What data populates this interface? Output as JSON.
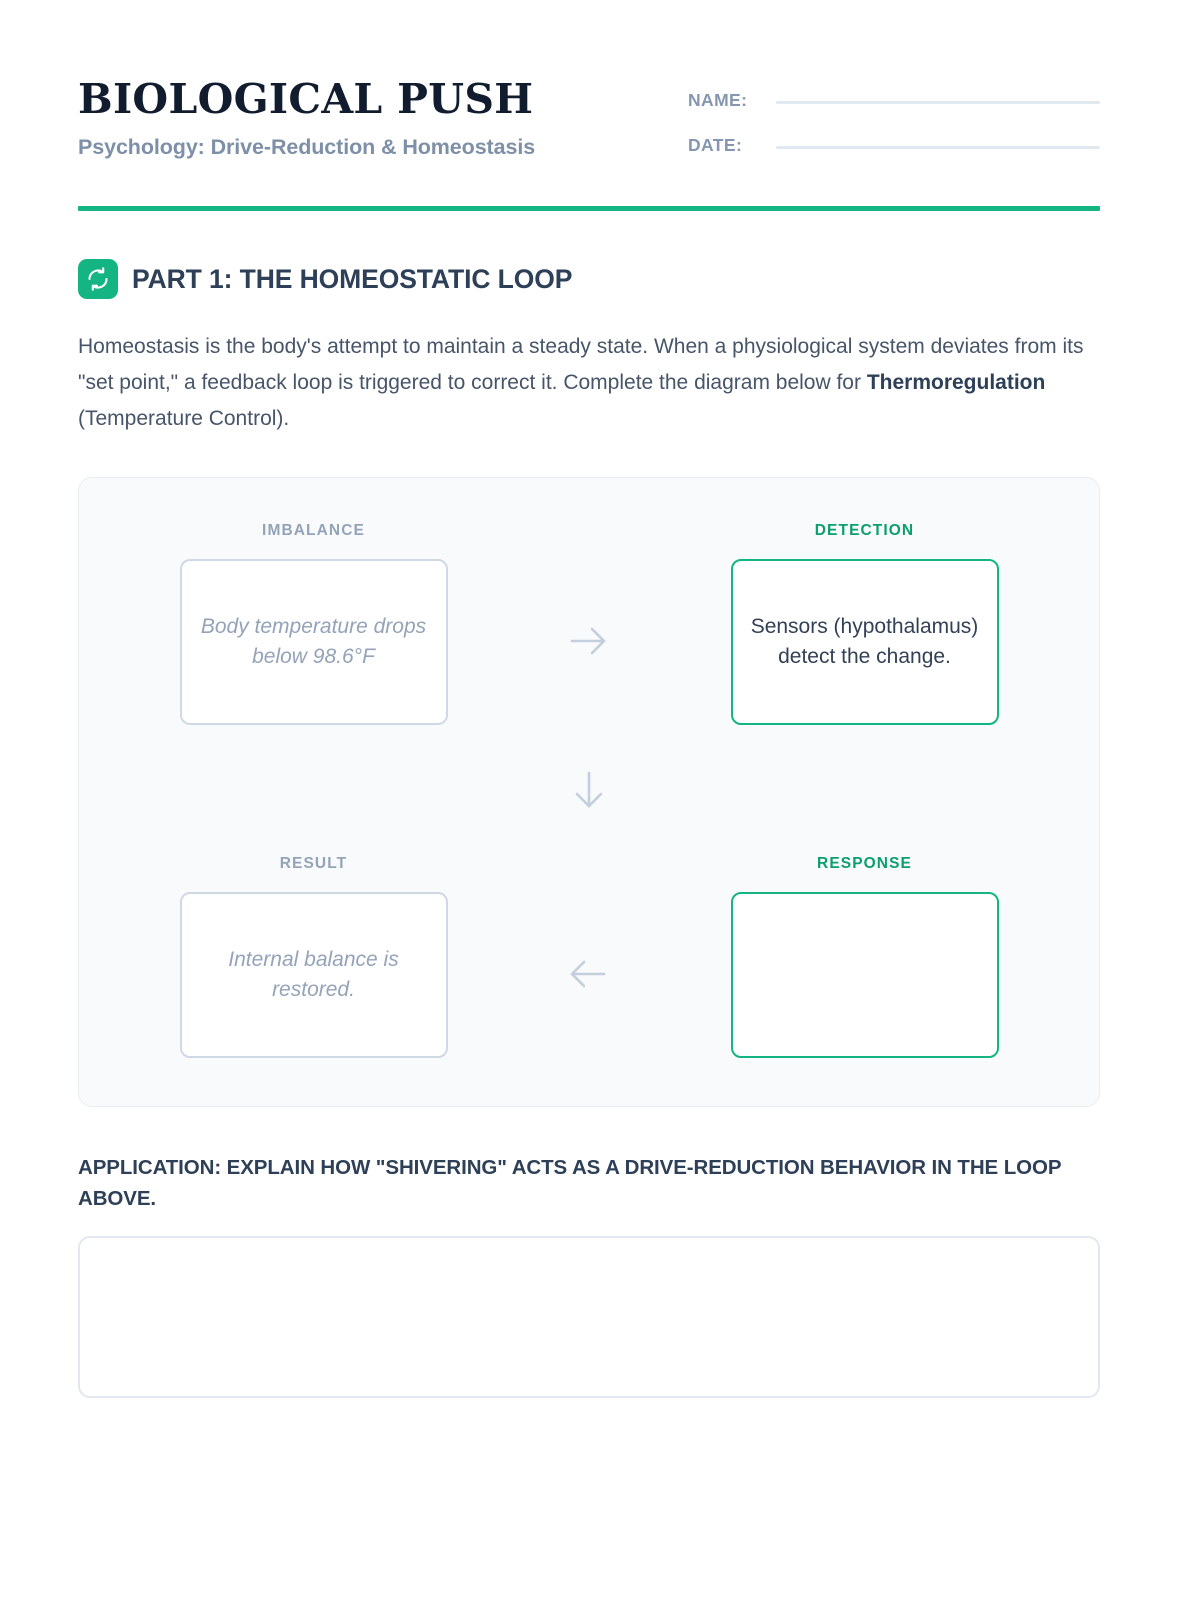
{
  "header": {
    "title": "BIOLOGICAL PUSH",
    "subtitle": "Psychology: Drive-Reduction & Homeostasis",
    "name_label": "NAME:",
    "date_label": "DATE:",
    "name_value": "",
    "date_value": ""
  },
  "section": {
    "icon": "refresh-loop-icon",
    "heading": "PART 1: THE HOMEOSTATIC LOOP",
    "intro_part1": "Homeostasis is the body's attempt to maintain a steady state. When a physiological system deviates from its \"set point,\" a feedback loop is triggered to correct it. Complete the diagram below for ",
    "intro_bold": "Thermoregulation",
    "intro_part2": " (Temperature Control)."
  },
  "diagram": {
    "quadrants": [
      {
        "label": "IMBALANCE",
        "text": "Body temperature drops below 98.6°F",
        "style": "muted",
        "filled": false
      },
      {
        "label": "DETECTION",
        "text": "Sensors (hypothalamus) detect the change.",
        "style": "accent",
        "filled": true
      },
      {
        "label": "RESULT",
        "text": "Internal balance is restored.",
        "style": "muted",
        "filled": false
      },
      {
        "label": "RESPONSE",
        "text": "",
        "style": "accent",
        "filled": false
      }
    ],
    "arrow_top": "→",
    "arrow_middle": "↓",
    "arrow_bottom": "←"
  },
  "application": {
    "prompt": "APPLICATION: EXPLAIN HOW \"SHIVERING\" ACTS AS A DRIVE-REDUCTION BEHAVIOR IN THE LOOP ABOVE.",
    "answer_value": ""
  },
  "colors": {
    "accent_green": "#14b583",
    "accent_green_dark": "#0b9e6e",
    "ink": "#2e4057",
    "muted": "#94a3b8",
    "panel_bg": "#f8fafc",
    "border": "#cfd9e6"
  }
}
